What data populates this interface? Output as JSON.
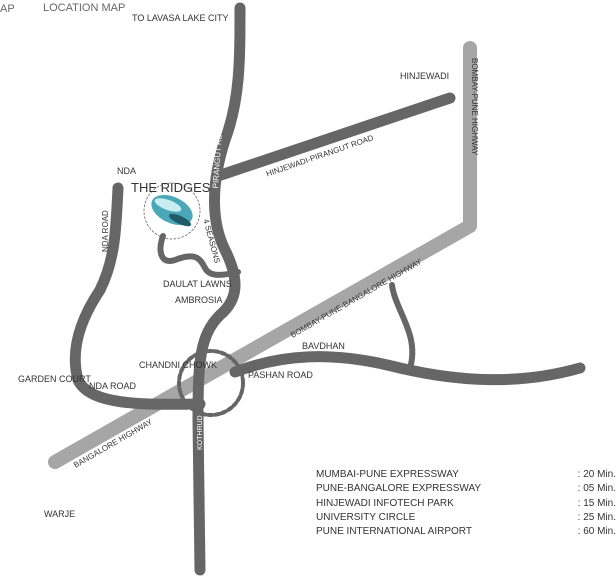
{
  "title": "LOCATION MAP",
  "title_fragment": "AP",
  "project": "THE RIDGES",
  "places": {
    "lavasa": "TO LAVASA LAKE CITY",
    "hinjewadi": "HINJEWADI",
    "nda": "NDA",
    "four_seasons": "4 SEASONS",
    "daulat_lawns": "DAULAT LAWNS",
    "ambrosia": "AMBROSIA",
    "chandni_chowk": "CHANDNI CHOWK",
    "bavdhan": "BAVDHAN",
    "garden_court": "GARDEN COURT",
    "warje": "WARJE",
    "kothrud": "KOTHRUD"
  },
  "roads": {
    "pirangut": "PIRANGUT RD.",
    "hinjewadi_pirangut": "HINJEWADI-PIRANGUT ROAD",
    "bombay_pune": "BOMBAY-PUNE HIGHWAY",
    "bombay_pune_bangalore": "BOMBAY-PUNE-BANGALORE HIGHWAY",
    "nda_road_v": "NDA ROAD",
    "nda_road_h": "NDA ROAD",
    "pashan": "PASHAN ROAD",
    "bangalore": "BANGALORE HIGHWAY"
  },
  "colors": {
    "road": "#666666",
    "highway": "#a6a6a6",
    "marker": "#4aa8b8"
  },
  "distances": [
    {
      "place": "MUMBAI-PUNE EXPRESSWAY",
      "time": ": 20 Min."
    },
    {
      "place": "PUNE-BANGALORE EXPRESSWAY",
      "time": ": 05 Min."
    },
    {
      "place": "HINJEWADI INFOTECH PARK",
      "time": ": 15 Min."
    },
    {
      "place": "UNIVERSITY CIRCLE",
      "time": ": 25 Min."
    },
    {
      "place": "PUNE INTERNATIONAL AIRPORT",
      "time": ": 60 Min."
    }
  ]
}
